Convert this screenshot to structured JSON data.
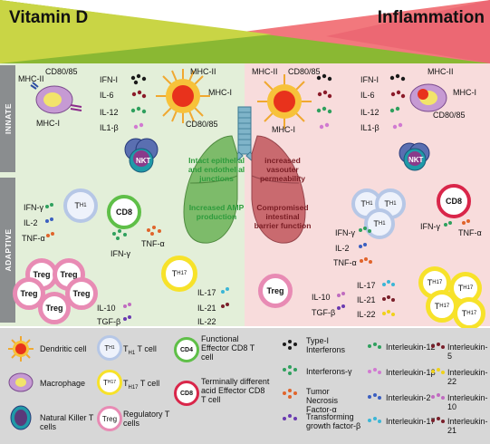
{
  "header": {
    "left_title": "Vitamin D",
    "right_title": "Inflammation"
  },
  "sections": {
    "innate": "INNATE",
    "adaptive": "ADAPTIVE"
  },
  "left": {
    "innate": {
      "mhc2": "MHC-II",
      "cd8085": "CD80/85",
      "mhc1": "MHC-I",
      "ifn1": "IFN-I",
      "il6": "IL-6",
      "il12": "IL-12",
      "il1b": "IL1-β",
      "dc_mhc2": "MHC-II",
      "dc_mhc1": "MHC-I",
      "dc_cd8085": "CD80/85",
      "nkt": "NKT"
    },
    "adaptive": {
      "th1": "T",
      "th1_sub": "H1",
      "ifng": "IFN-γ",
      "il2": "IL-2",
      "tnfa": "TNF-α",
      "cd8": "CD8",
      "cd8_ifng": "IFN-γ",
      "cd8_tnfa": "TNF-α",
      "treg": "Treg",
      "il10": "IL-10",
      "tgfb": "TGF-β",
      "th17": "T",
      "th17_sub": "H17",
      "il17": "IL-17",
      "il21": "IL-21",
      "il22": "IL-22"
    },
    "lung_text_1": "Intact epithelial and endothelial junctions",
    "lung_text_2": "Increased AMP production"
  },
  "right": {
    "innate": {
      "mhc2": "MHC-II",
      "cd8085": "CD80/85",
      "mhc1": "MHC-I",
      "ifn1": "IFN-I",
      "il6": "IL-6",
      "il12": "IL-12",
      "il1b": "IL1-β",
      "dc_mhc2": "MHC-II",
      "dc_mhc1": "MHC-I",
      "dc_cd8085": "CD80/85",
      "nkt": "NKT"
    },
    "adaptive": {
      "th1": "T",
      "th1_sub": "H1",
      "ifng": "IFN-γ",
      "il2": "IL-2",
      "tnfa": "TNF-α",
      "cd8": "CD8",
      "cd8_ifng": "IFN-γ",
      "cd8_tnfa": "TNF-α",
      "treg": "Treg",
      "il10": "IL-10",
      "tgfb": "TGF-β",
      "th17": "T",
      "th17_sub": "H17",
      "il17": "IL-17",
      "il21": "IL-21",
      "il22": "IL-22"
    },
    "lung_text_1": "increased vasouter permeability",
    "lung_text_2": "Compromised intestinal barrier function"
  },
  "legend": {
    "dendritic": "Dendritic cell",
    "th1_cell": "T",
    "th1_cell_sub": "H1",
    "th1_cell_label": " T cell",
    "functional_cd8": "Functional Effector CD8 T cell",
    "cd4_tag": "CD4",
    "type1_ifn": "Type-I Interferons",
    "interferon_g": "Interferons-γ",
    "tnf": "Tumor Necrosis Factor-α",
    "tgf": "Transforming growth factor-β",
    "macrophage": "Macrophage",
    "th17_cell": "T",
    "th17_cell_sub": "H17",
    "th17_cell_label": " T cell",
    "terminal_cd8": "Terminally different acid Effector CD8 T cell",
    "cd8_tag": "CD8",
    "nk": "Natural Killer T cells",
    "treg_tag": "Treg",
    "treg_label": "Regulatory T cells",
    "il12": "Interleukin-12",
    "il1b": "Interleukin-1β",
    "il2": "Interleukin-2",
    "il17": "Interleukin-17",
    "il5": "Interleukin-5",
    "il22": "Interleukin-22",
    "il10": "Interleukin-10",
    "il21": "Interleukin-21"
  },
  "colors": {
    "left_bg": "#e3efd9",
    "right_bg": "#f8dcdc",
    "legend_bg": "#d7d7d7",
    "side_bar": "#8a8d8f",
    "lung_left": "#7dbb6a",
    "lung_right": "#c96a6f",
    "treg": "#e88bb4",
    "th17": "#f7e22a",
    "th1": "#bfcde8"
  }
}
